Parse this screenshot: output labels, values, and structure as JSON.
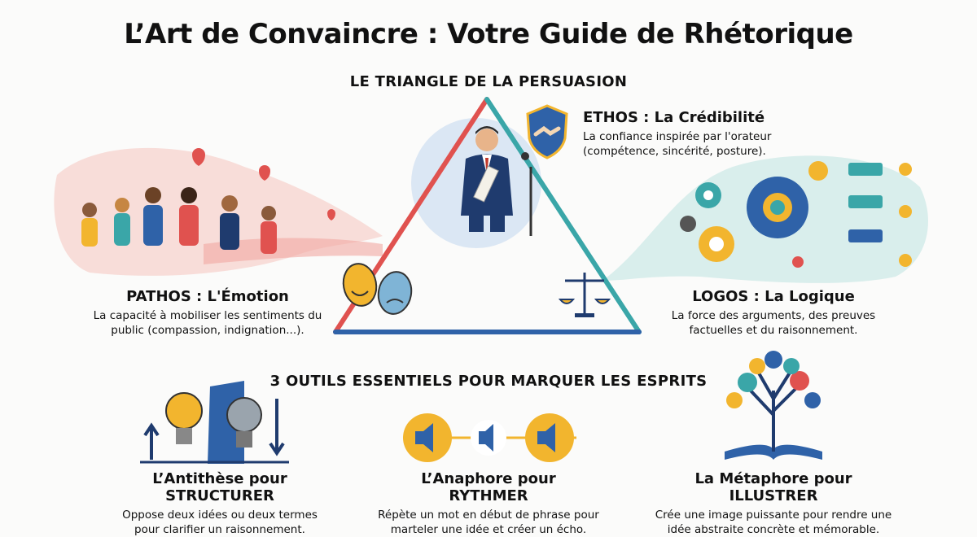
{
  "title": "L’Art de Convaincre : Votre Guide de Rhétorique",
  "triangle": {
    "heading": "LE TRIANGLE DE LA PERSUASION",
    "ethos": {
      "title": "ETHOS : La Crédibilité",
      "desc_line1": "La confiance inspirée par l'orateur",
      "desc_line2": "(compétence, sincérité, posture)."
    },
    "pathos": {
      "title": "PATHOS : L'Émotion",
      "desc_line1": "La capacité à mobiliser les sentiments du",
      "desc_line2": "public (compassion, indignation...)."
    },
    "logos": {
      "title": "LOGOS : La Logique",
      "desc_line1": "La force des arguments, des preuves",
      "desc_line2": "factuelles et du raisonnement."
    }
  },
  "tools": {
    "heading": "3 OUTILS ESSENTIELS POUR MARQUER LES ESPRITS",
    "items": [
      {
        "title_line1": "L’Antithèse pour",
        "title_line2": "STRUCTURER",
        "desc_line1": "Oppose deux idées ou deux termes",
        "desc_line2": "pour clarifier un raisonnement."
      },
      {
        "title_line1": "L’Anaphore pour",
        "title_line2": "RYTHMER",
        "desc_line1": "Répète un mot en début de phrase pour",
        "desc_line2": "marteler une idée et créer un écho."
      },
      {
        "title_line1": "La Métaphore pour",
        "title_line2": "ILLUSTRER",
        "desc_line1": "Crée une image puissante pour rendre une",
        "desc_line2": "idée abstraite concrète et mémorable."
      }
    ]
  },
  "colors": {
    "red": "#e0524f",
    "teal": "#3aa6a8",
    "blue": "#2f62a8",
    "navy": "#1f3b6e",
    "yellow": "#f2b52e"
  }
}
